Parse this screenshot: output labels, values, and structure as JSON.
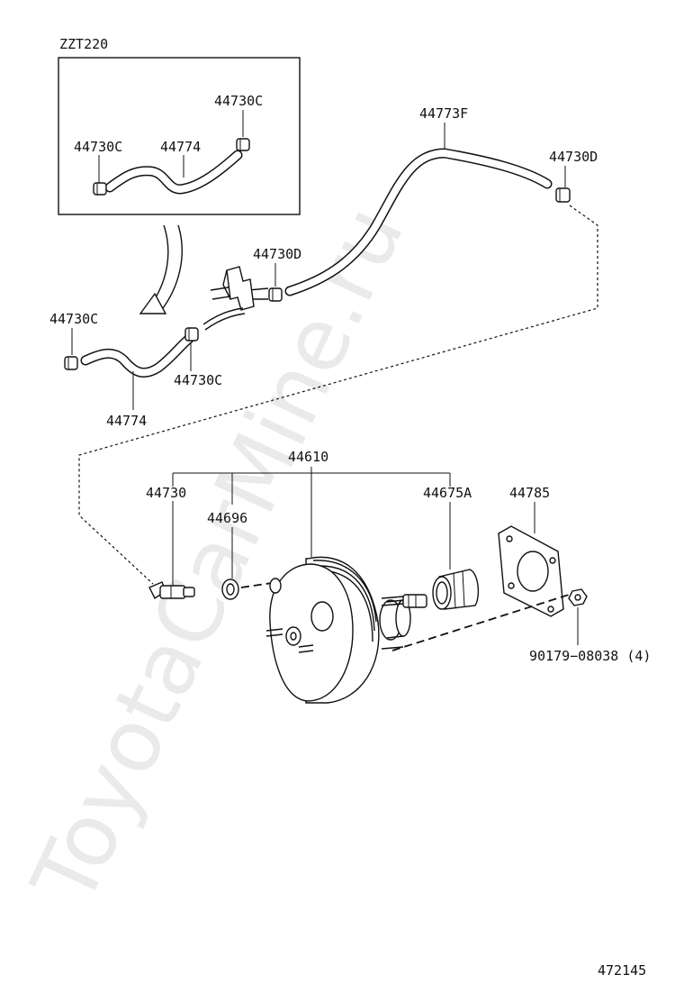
{
  "watermark": "ToyotaCarMine.ru",
  "inset": {
    "title": "ZZT220"
  },
  "labels": {
    "inset_clamp_right": "44730C",
    "inset_clamp_left": "44730C",
    "inset_hose": "44774",
    "vacuum_pipe": "44773F",
    "clamp_pipe_end": "44730D",
    "clamp_pipe_mid": "44730D",
    "clamp_left": "44730C",
    "clamp_lower": "44730C",
    "hose_lower": "44774",
    "booster_assy": "44610",
    "check_valve": "44730",
    "grommet": "44696",
    "boot": "44675A",
    "gasket": "44785",
    "nut": "90179−08038 (4)",
    "diagram_number": "472145"
  }
}
